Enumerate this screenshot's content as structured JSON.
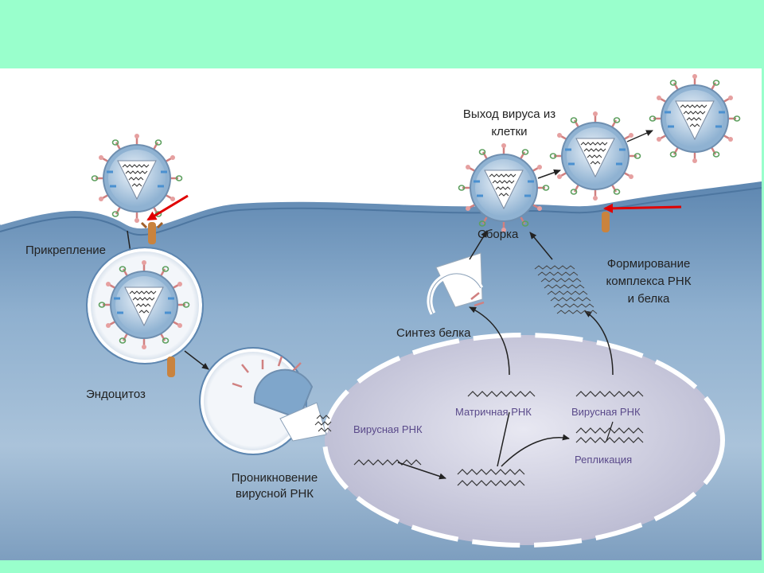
{
  "diagram": {
    "labels": {
      "attachment": "Прикрепление",
      "endocytosis": "Эндоцитоз",
      "penetration_line1": "Проникновение",
      "penetration_line2": "вирусной РНК",
      "protein_synthesis": "Синтез белка",
      "assembly": "Сборка",
      "exit_line1": "Выход вируса из",
      "exit_line2": "клетки",
      "complex_line1": "Формирование",
      "complex_line2": "комплекса РНК",
      "complex_line3": "и белка",
      "viral_rna_left": "Вирусная РНК",
      "messenger_rna": "Матричная РНК",
      "viral_rna_right": "Вирусная РНК",
      "replication": "Репликация"
    },
    "colors": {
      "page_background": "#99ffcc",
      "cell_cytoplasm": "#7fa3c4",
      "nucleus": "#d5d5e6",
      "pointer_arrow": "#e00000",
      "rna_label": "#5a4a8a"
    }
  }
}
